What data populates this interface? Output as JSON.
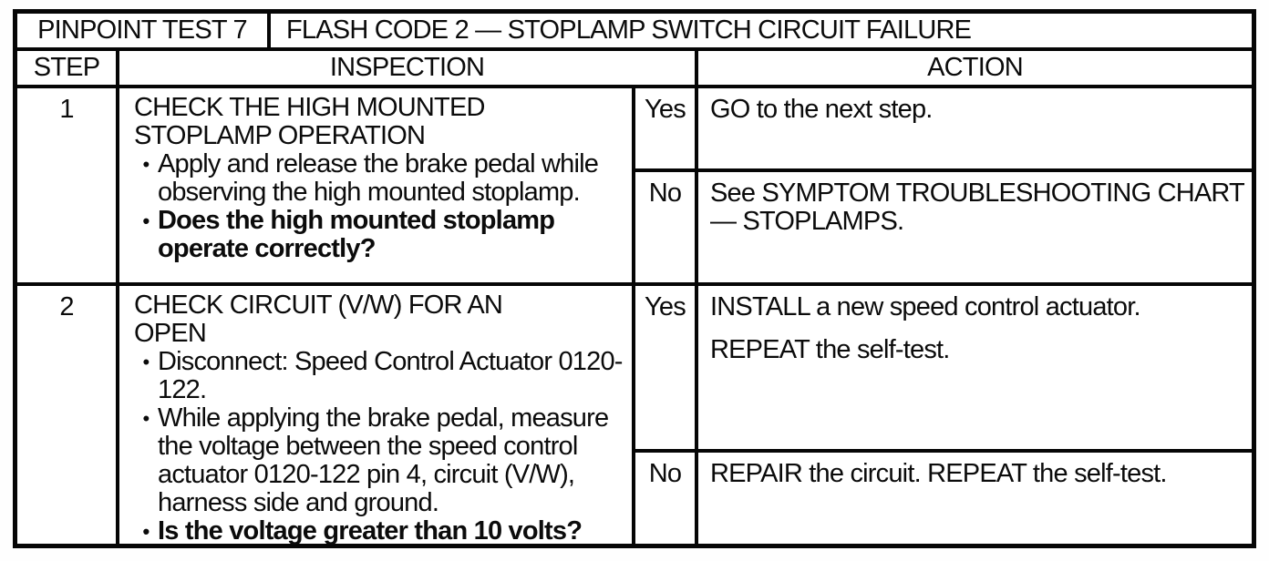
{
  "colors": {
    "ink": "#0b0b0b",
    "paper": "#ffffff"
  },
  "header": {
    "test_label": "PINPOINT TEST 7",
    "title": "FLASH CODE 2 — STOPLAMP SWITCH CIRCUIT FAILURE"
  },
  "columns": {
    "step": "STEP",
    "inspection": "INSPECTION",
    "action": "ACTION"
  },
  "steps": [
    {
      "number": "1",
      "heading": "CHECK THE HIGH MOUNTED STOPLAMP OPERATION",
      "bullets": [
        {
          "text": "Apply and release the brake pedal while observing the high mounted stoplamp.",
          "emphasis": false
        },
        {
          "text": "Does the high mounted stoplamp operate correctly?",
          "emphasis": true
        }
      ],
      "yes": {
        "label": "Yes",
        "actions": [
          "GO to the next step."
        ]
      },
      "no": {
        "label": "No",
        "actions": [
          "See SYMPTOM TROUBLESHOOTING CHART — STOPLAMPS."
        ]
      }
    },
    {
      "number": "2",
      "heading": "CHECK CIRCUIT (V/W) FOR AN OPEN",
      "bullets": [
        {
          "text": "Disconnect: Speed Control Actuator 0120-122.",
          "emphasis": false
        },
        {
          "text": "While applying the brake pedal, measure the voltage between the speed control actuator 0120-122 pin 4, circuit (V/W), harness side and ground.",
          "emphasis": false
        },
        {
          "text": "Is the voltage greater than 10 volts?",
          "emphasis": true
        }
      ],
      "yes": {
        "label": "Yes",
        "actions": [
          "INSTALL a new speed control actuator.",
          "REPEAT the self-test."
        ]
      },
      "no": {
        "label": "No",
        "actions": [
          "REPAIR the circuit. REPEAT the self-test."
        ]
      }
    }
  ],
  "bullet_glyph": "•"
}
